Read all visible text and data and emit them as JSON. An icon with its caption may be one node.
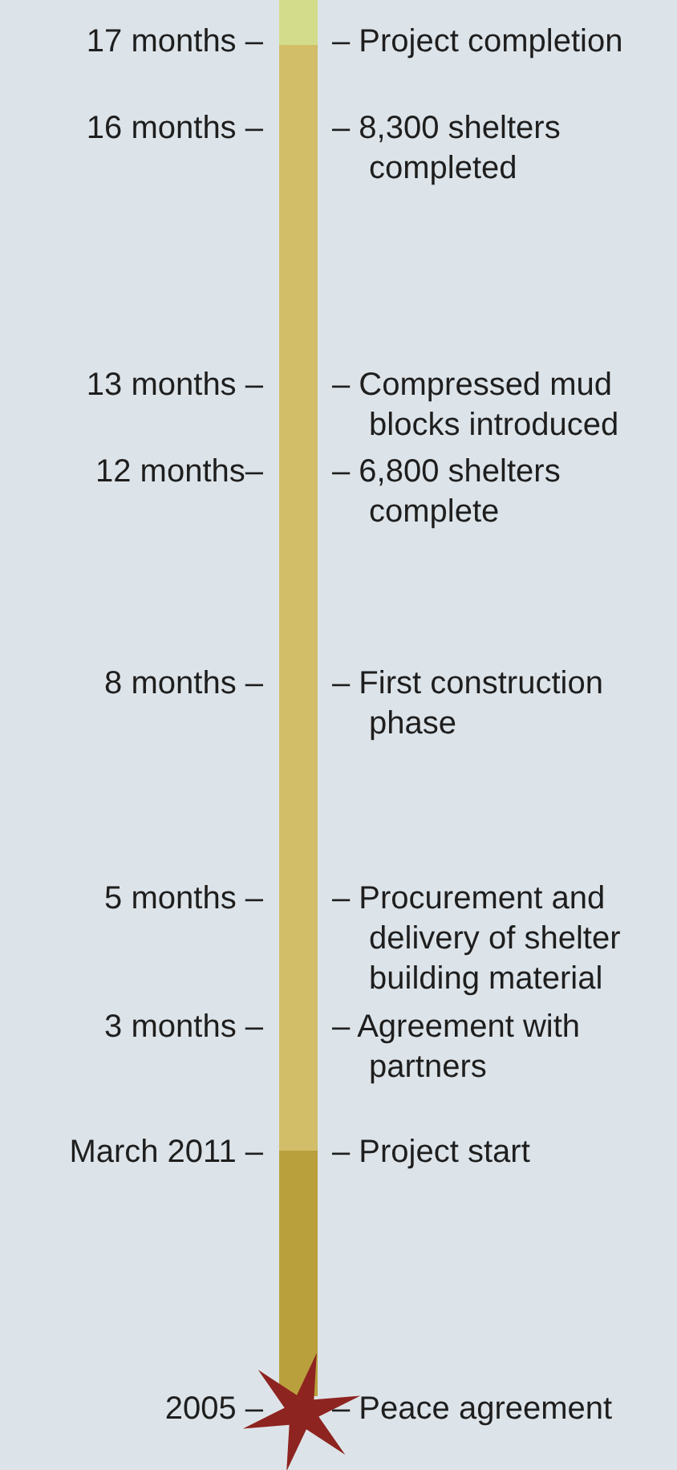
{
  "diagram": {
    "labels": [
      "17 months –",
      "– Project completion",
      "16 months –",
      "– 8,300 shelters completed",
      "13 months –",
      "– Compressed mud blocks introduced",
      "12 months–",
      "– 6,800 shelters complete",
      "8 months –",
      "– First construction phase",
      "5 months –",
      "– Procurement and delivery of shelter building material",
      "3 months –",
      "– Agreement with partners",
      "March 2011 –",
      "– Project start",
      "2005 –",
      "– Peace agreement"
    ]
  }
}
